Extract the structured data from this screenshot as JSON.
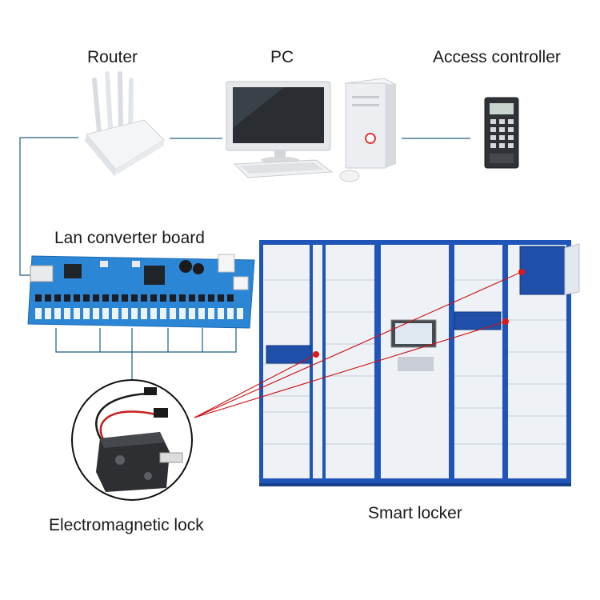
{
  "labels": {
    "router": "Router",
    "pc": "PC",
    "access_controller": "Access controller",
    "lan_board": "Lan converter board",
    "lock": "Electromagnetic lock",
    "smart_locker": "Smart locker"
  },
  "colors": {
    "wire": "#1f5d82",
    "laser": "#cc1111",
    "board": "#2b86d6",
    "locker_frame": "#1f55b8",
    "door": "#eef1f6"
  },
  "icons": [
    "router-icon",
    "monitor-icon",
    "pc-tower-icon",
    "keyboard-icon",
    "mouse-icon",
    "keypad-icon",
    "circuit-board-icon",
    "lock-icon",
    "locker-icon"
  ]
}
